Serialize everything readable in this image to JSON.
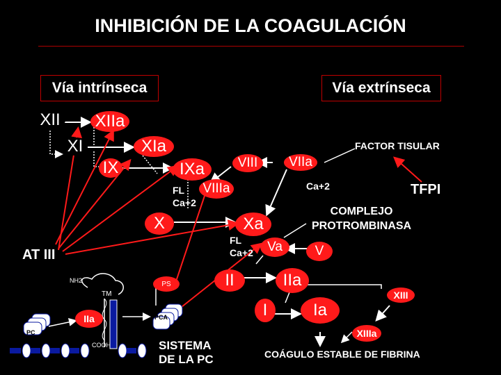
{
  "title": "INHIBICIÓN DE LA COAGULACIÓN",
  "intrinsic_label": "Vía intrínseca",
  "extrinsic_label": "Vía extrínseca",
  "factors": {
    "xii": "XII",
    "xiia": "XIIa",
    "xi": "XI",
    "xia": "XIa",
    "ix": "IX",
    "ixa": "IXa",
    "viii": "VIII",
    "viiia": "VIIIa",
    "x": "X",
    "xa": "Xa",
    "va": "Va",
    "v": "V",
    "ii": "II",
    "iia": "IIa",
    "i": "I",
    "ia": "Ia",
    "viia": "VIIa",
    "xiii": "XIII",
    "xiiia": "XIIIa",
    "iia_small": "IIa"
  },
  "cofactors": {
    "fl1": "FL",
    "ca1": "Ca+2",
    "fl2": "FL",
    "ca2": "Ca+2",
    "ca3": "Ca+2"
  },
  "labels": {
    "factor_tisular": "FACTOR TISULAR",
    "tfpi": "TFPI",
    "complejo": "COMPLEJO\nPROTROMBINASA",
    "at3": "AT III",
    "sistema_pc": "SISTEMA\nDE LA PC",
    "coagulo": "COÁGULO ESTABLE DE FIBRINA",
    "nh2": "NH2",
    "tm": "TM",
    "ps": "PS",
    "pca": "PCA",
    "pc": "PC",
    "cooh": "COOH"
  },
  "colors": {
    "accent": "#ff1a1a",
    "rule": "#b00000",
    "arrow": "#ffffff",
    "inhibitor_arrow": "#ff1a1a"
  }
}
